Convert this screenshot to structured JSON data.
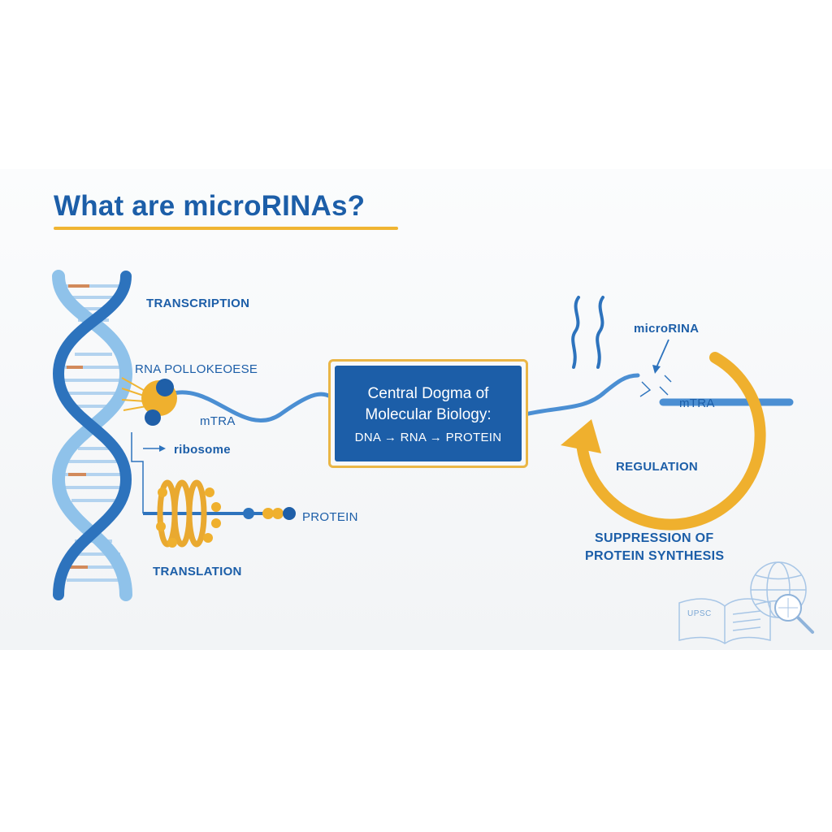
{
  "title": "What are microRINAs?",
  "labels": {
    "transcription": "TRANSCRIPTION",
    "rna_polymerase": "RNA POLLOKEOESE",
    "mrna_left": "mTRA",
    "ribosome": "ribosome",
    "protein": "PROTEIN",
    "translation": "TRANSLATION",
    "microrna": "microRINA",
    "mrna_right": "mTRA",
    "regulation": "REGULATION",
    "suppression_line1": "SUPPRESSION OF",
    "suppression_line2": "PROTEIN SYNTHESIS"
  },
  "central_box": {
    "line1": "Central Dogma of",
    "line2": "Molecular Biology:",
    "line3": "DNA → RNA → PROTEIN"
  },
  "logo": {
    "text": "UPSC"
  },
  "colors": {
    "primary_blue": "#1c5ea8",
    "light_blue": "#8fc2ea",
    "accent_gold": "#f0b533",
    "background": "#f4f6f8"
  },
  "icons": [
    "dna-helix-icon",
    "rna-polymerase-icon",
    "ribosome-icon",
    "protein-chain-icon",
    "regulation-arrow-icon",
    "book-icon",
    "globe-icon",
    "magnifier-icon"
  ]
}
